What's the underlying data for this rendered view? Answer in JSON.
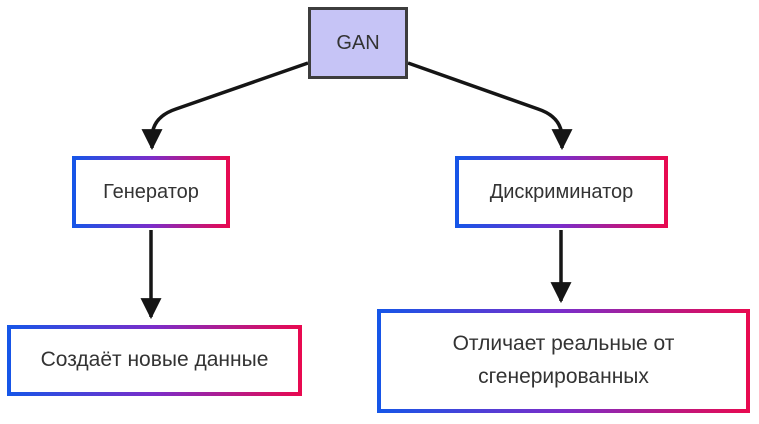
{
  "diagram": {
    "type": "flowchart",
    "direction": "top-down",
    "nodes": {
      "gan": {
        "label": "GAN"
      },
      "generator": {
        "label": "Генератор"
      },
      "discriminator": {
        "label": "Дискриминатор"
      },
      "generator_function": {
        "label": "Создаёт новые данные"
      },
      "discriminator_function": {
        "label": "Отличает реальные от сгенерированных"
      }
    },
    "edges": [
      {
        "from": "gan",
        "to": "generator"
      },
      {
        "from": "gan",
        "to": "discriminator"
      },
      {
        "from": "generator",
        "to": "generator_function"
      },
      {
        "from": "discriminator",
        "to": "discriminator_function"
      }
    ]
  },
  "colors": {
    "background": "#ffffff",
    "gan_fill": "#c6c4f6",
    "gan_border": "#3d3d3d",
    "gradient_start": "#1556e8",
    "gradient_mid": "#7b2dc9",
    "gradient_end": "#e9094f",
    "node_fill": "#ffffff",
    "arrow": "#151515",
    "text": "#333333"
  }
}
